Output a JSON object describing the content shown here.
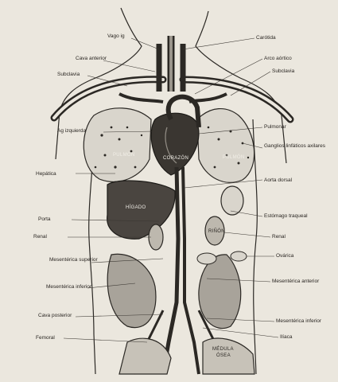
{
  "labels_left": [
    {
      "id": "vaga",
      "text": "Vago ig"
    },
    {
      "id": "cava-anterior",
      "text": "Cava anterior"
    },
    {
      "id": "subclavia-left",
      "text": "Subclavia"
    },
    {
      "id": "aguja-izquierda",
      "text": "Ag izquierda"
    },
    {
      "id": "hepatica",
      "text": "Hepática"
    },
    {
      "id": "porta",
      "text": "Porta"
    },
    {
      "id": "renal-left",
      "text": "Renal"
    },
    {
      "id": "mesenterica-superior",
      "text": "Mesentérica superior"
    },
    {
      "id": "mesenterica-inferior-left",
      "text": "Mesentérica inferior"
    },
    {
      "id": "cava-posterior",
      "text": "Cava posterior"
    },
    {
      "id": "femoral",
      "text": "Femoral"
    }
  ],
  "labels_right": [
    {
      "id": "carotida",
      "text": "Carótida"
    },
    {
      "id": "arco-aortico",
      "text": "Arco aórtico"
    },
    {
      "id": "subclavia-right",
      "text": "Subclavia"
    },
    {
      "id": "pulmonar",
      "text": "Pulmonar"
    },
    {
      "id": "ganglios",
      "text": "Ganglios linfáticos axilares"
    },
    {
      "id": "aorta-dorsal",
      "text": "Aorta dorsal"
    },
    {
      "id": "estomago",
      "text": "Estómago traqueal"
    },
    {
      "id": "renal-right",
      "text": "Renal"
    },
    {
      "id": "ovarica",
      "text": "Ovárica"
    },
    {
      "id": "mesenterica-anterior",
      "text": "Mesentérica anterior"
    },
    {
      "id": "mesenterica-inferior-right",
      "text": "Mesentérica inferior"
    },
    {
      "id": "iliaca",
      "text": "Ilíaca"
    }
  ],
  "organs": {
    "pulmon_left": "PULMÓN",
    "pulmon_right": "PULMÓN",
    "corazon": "CORAZÓN",
    "higado": "HÍGADO",
    "rinon": "RIÑÓN",
    "medula_line1": "MÉDULA",
    "medula_line2": "ÓSEA"
  }
}
